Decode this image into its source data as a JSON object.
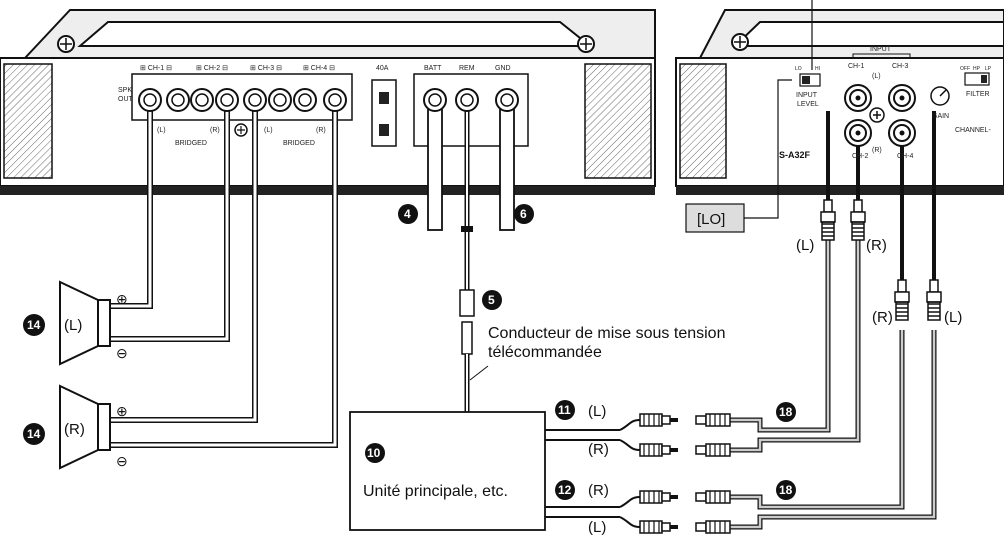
{
  "amp_left": {
    "spk_out": [
      "SPK",
      "OUT"
    ],
    "channels": [
      "⊞ CH-1 ⊟",
      "⊞ CH-2 ⊟",
      "⊞ CH-3 ⊟",
      "⊞ CH-4 ⊟"
    ],
    "pos_labels": [
      "(L)",
      "(R)",
      "(L)",
      "(R)"
    ],
    "bridged": "BRIDGED",
    "fuse": "40A",
    "power_terminals": [
      "BATT",
      "REM",
      "GND"
    ]
  },
  "amp_right": {
    "input_label": "INPUT",
    "ch_labels": [
      "CH-1",
      "CH-3",
      "CH-2",
      "CH-4"
    ],
    "lr_labels": [
      "(L)",
      "(R)"
    ],
    "input_level": [
      "INPUT",
      "LEVEL"
    ],
    "level_switch": [
      "LO",
      "HI"
    ],
    "gain": "GAIN",
    "filter": "FILTER",
    "filter_opts": [
      "OFF",
      "HP",
      "LP"
    ],
    "channel_text": "CHANNEL-",
    "model": "S-A32F"
  },
  "lo_box": "[LO]",
  "badges": {
    "b4": "4",
    "b5": "5",
    "b6": "6",
    "b10": "10",
    "b11": "11",
    "b12": "12",
    "b14a": "14",
    "b14b": "14",
    "b18a": "18",
    "b18b": "18"
  },
  "speakers": [
    {
      "label": "(L)"
    },
    {
      "label": "(R)"
    }
  ],
  "polarity": {
    "plus": "⊕",
    "minus": "⊖"
  },
  "remote_label": [
    "Conducteur de mise sous tension",
    "télécommandée"
  ],
  "head_unit": "Unité principale, etc.",
  "rca_labels": {
    "top_l": "(L)",
    "top_r": "(R)",
    "mid_r": "(R)",
    "mid_l": "(L)",
    "g11_l": "(L)",
    "g11_r": "(R)",
    "g12_r": "(R)",
    "g12_l": "(L)"
  }
}
